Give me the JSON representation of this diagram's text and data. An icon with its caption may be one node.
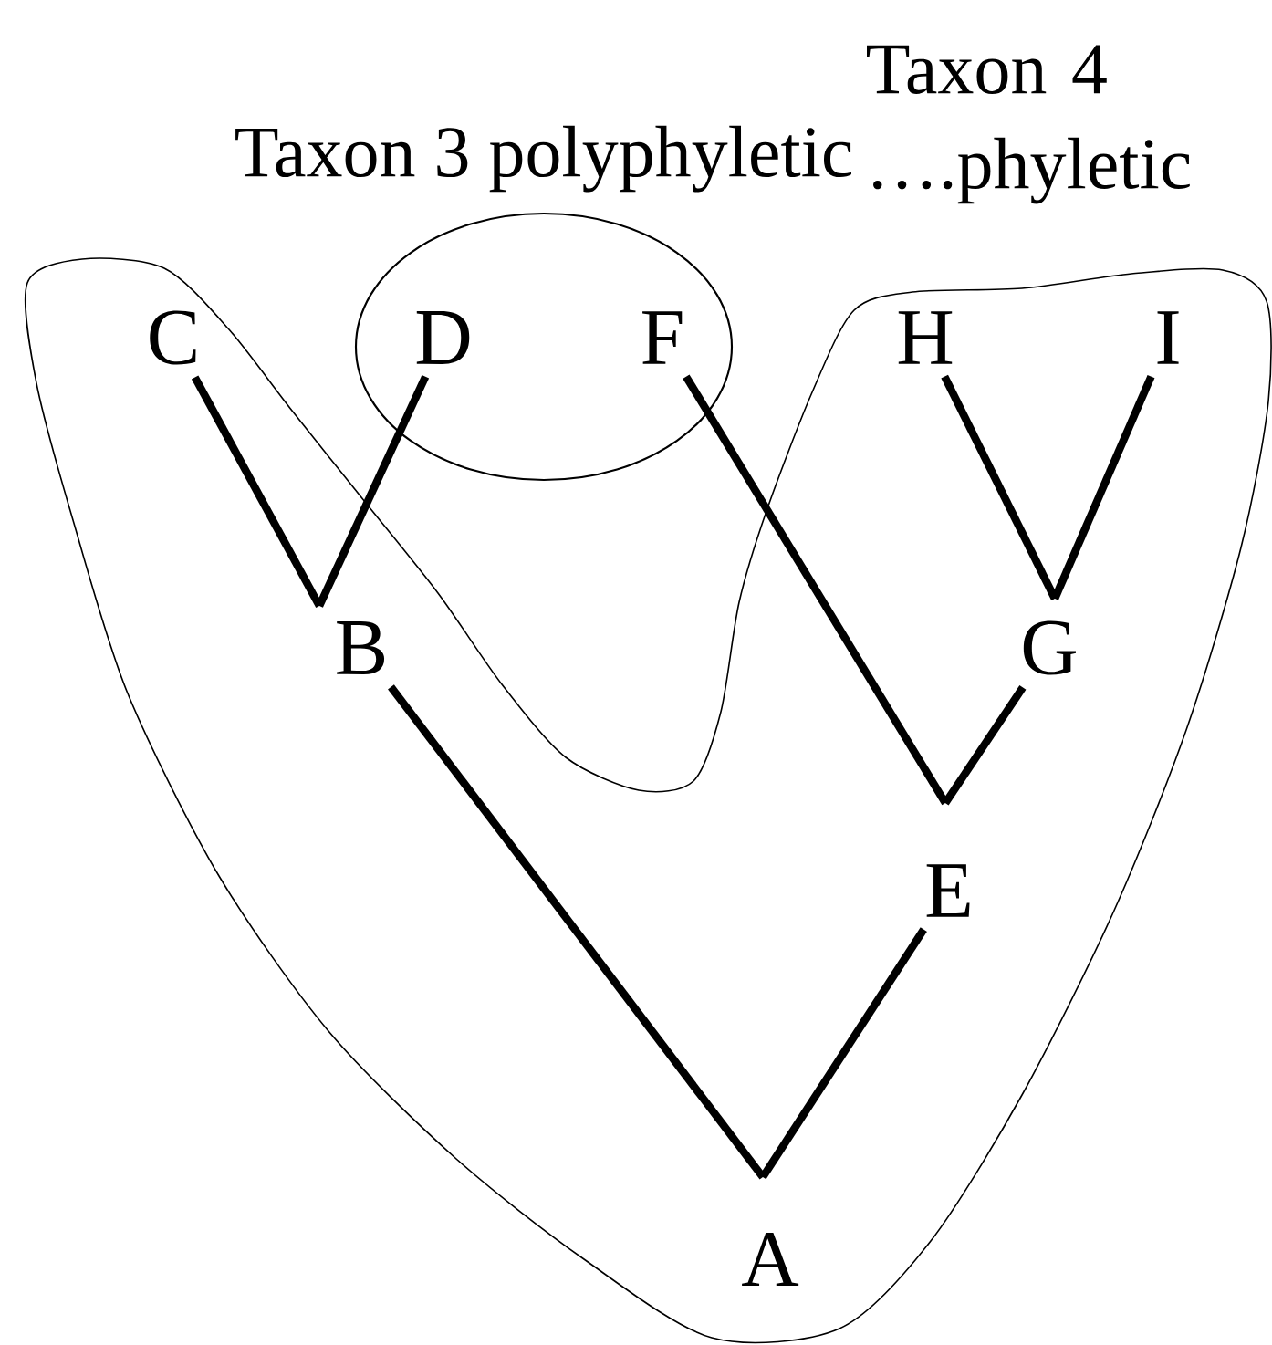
{
  "diagram": {
    "nodes": [
      {
        "text": [
          "Taxon 3 polyphyletic"
        ]
      },
      {
        "text": [
          "Taxon 4 ….phyletic"
        ]
      },
      {
        "text": [
          "C"
        ],
        "in": 1
      },
      {
        "text": [
          "D"
        ],
        "in": 0
      },
      {
        "text": [
          "F"
        ],
        "in": 0
      },
      {
        "text": [
          "H"
        ],
        "in": 1
      },
      {
        "text": [
          "I"
        ],
        "in": 1
      },
      {
        "text": [
          "B"
        ],
        "in": 1
      },
      {
        "text": [
          "G"
        ],
        "in": 1
      },
      {
        "text": [
          "E"
        ],
        "in": 1
      },
      {
        "text": [
          "A"
        ],
        "in": 1
      }
    ],
    "edges": [
      {
        "from": 2,
        "to": 7,
        "arrow": "none"
      },
      {
        "from": 3,
        "to": 7,
        "arrow": "none"
      },
      {
        "from": 7,
        "to": 10,
        "arrow": "none"
      },
      {
        "from": 9,
        "to": 10,
        "arrow": "none"
      },
      {
        "from": 4,
        "to": 9,
        "arrow": "none"
      },
      {
        "from": 8,
        "to": 9,
        "arrow": "none"
      },
      {
        "from": 5,
        "to": 8,
        "arrow": "none"
      },
      {
        "from": 6,
        "to": 8,
        "arrow": "none"
      }
    ]
  }
}
